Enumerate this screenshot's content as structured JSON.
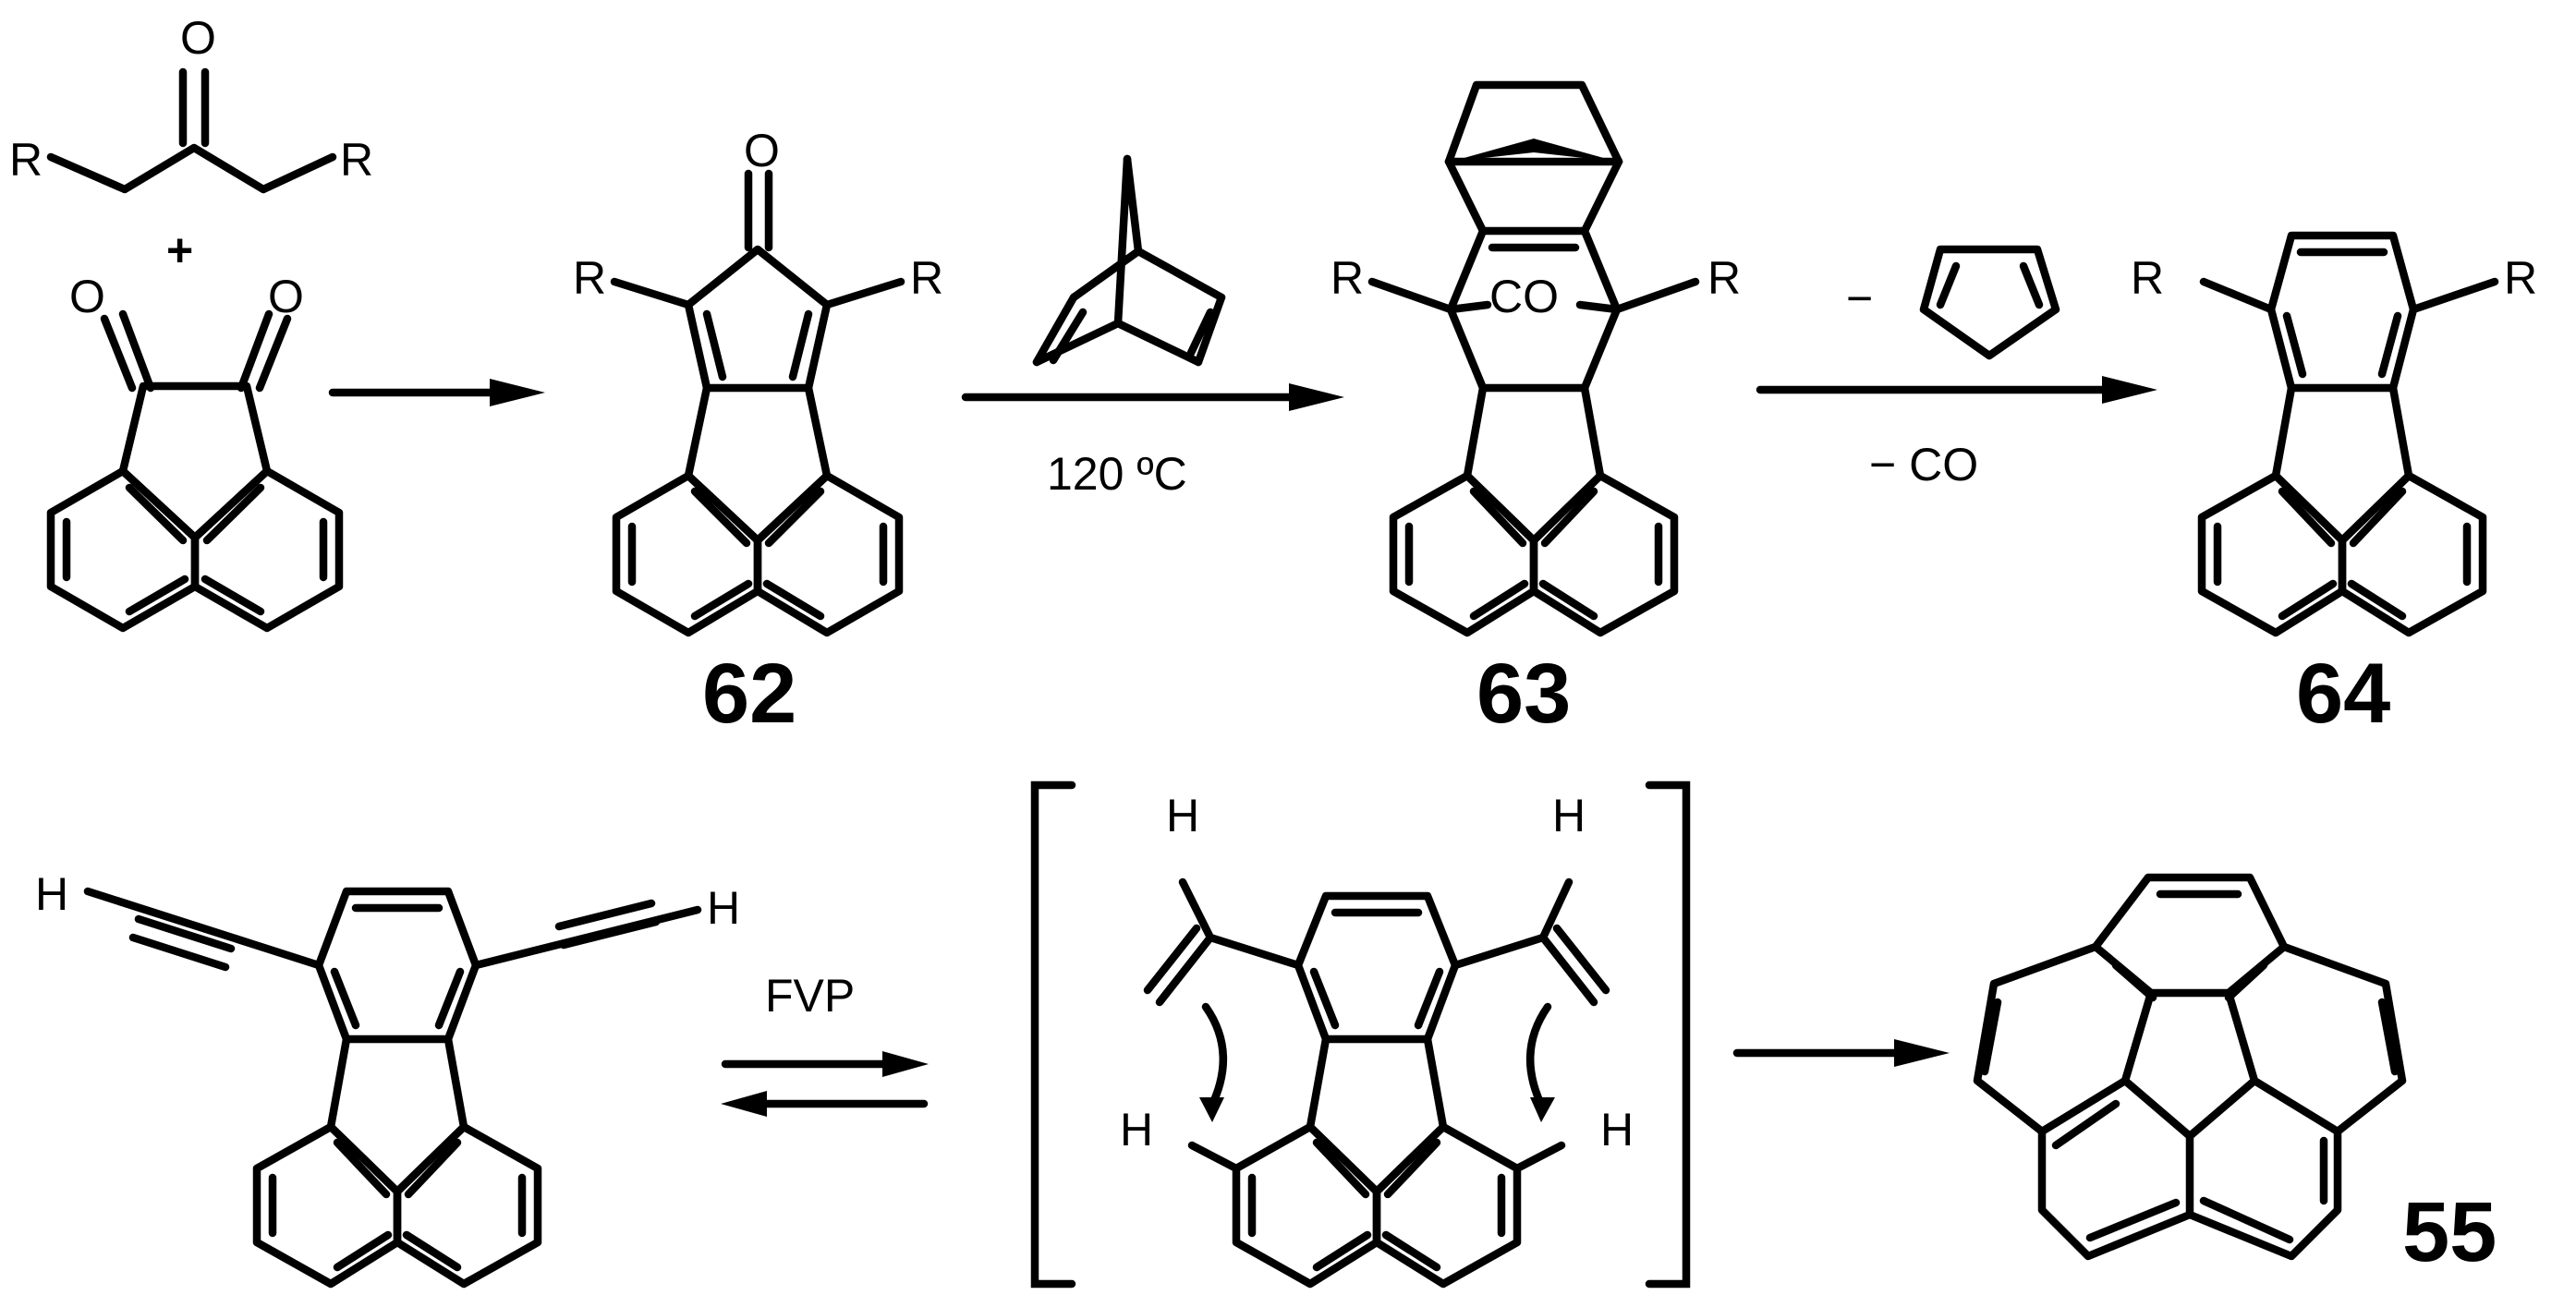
{
  "labels": {
    "R": "R",
    "O": "O",
    "H": "H",
    "CO": "CO",
    "plus": "+"
  },
  "conditions": {
    "temp": "120 ºC",
    "minus_cp": "−",
    "minus_co": "− CO",
    "fvp": "FVP"
  },
  "compounds": {
    "c62": "62",
    "c63": "63",
    "c64": "64",
    "c55": "55"
  }
}
